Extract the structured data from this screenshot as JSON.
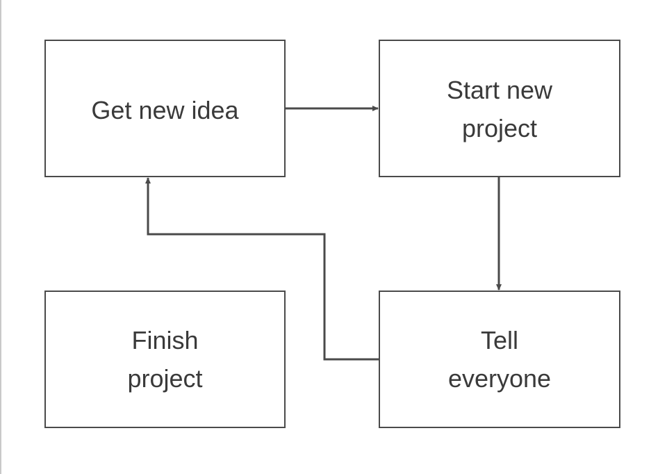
{
  "diagram": {
    "nodes": {
      "get_new_idea": "Get new idea",
      "start_new_project": "Start new\nproject",
      "finish_project": "Finish\nproject",
      "tell_everyone": "Tell\neveryone"
    },
    "edges": [
      {
        "from": "get_new_idea",
        "to": "start_new_project"
      },
      {
        "from": "start_new_project",
        "to": "tell_everyone"
      },
      {
        "from": "tell_everyone",
        "to": "get_new_idea"
      }
    ],
    "colors": {
      "stroke": "#4a4a4a",
      "text": "#3a3a3a",
      "background": "#ffffff"
    }
  }
}
